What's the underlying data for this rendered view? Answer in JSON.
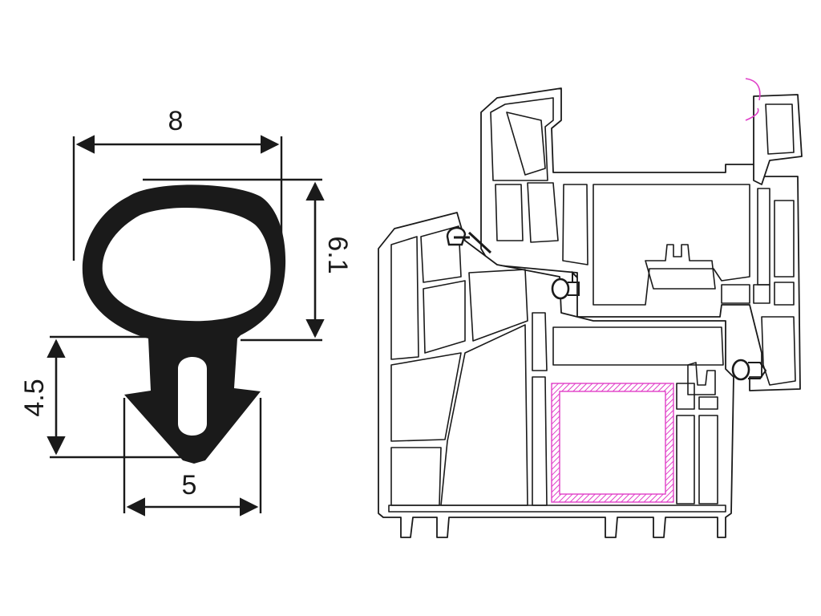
{
  "seal_dimensions": {
    "width": "8",
    "height": "6.1",
    "stem_height": "4.5",
    "base_width": "5"
  },
  "colors": {
    "seal": "#1a1a1a",
    "reinforcement": "#e040c8",
    "outline": "#1a1a1a",
    "background": "#ffffff"
  }
}
